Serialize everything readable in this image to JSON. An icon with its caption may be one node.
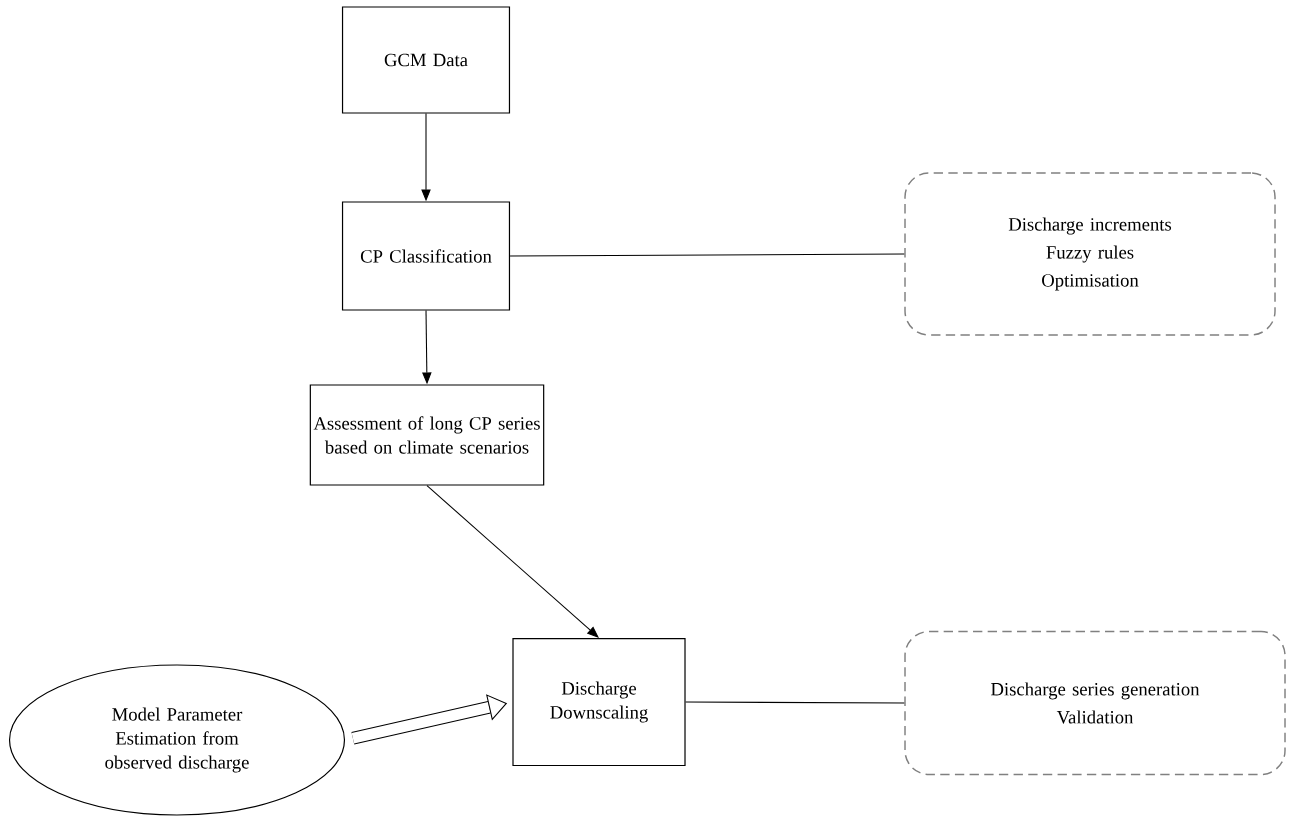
{
  "diagram": {
    "nodes": [
      {
        "text": [
          "GCM Data"
        ]
      },
      {
        "text": [
          "CP Classification"
        ]
      },
      {
        "text": [
          "Discharge increments",
          "Fuzzy rules",
          "Optimisation"
        ]
      },
      {
        "text": [
          "Assessment of long CP series based on climate scenarios"
        ]
      },
      {
        "text": [
          "Model Parameter Estimation from observed discharge"
        ]
      },
      {
        "text": [
          "Discharge Downscaling"
        ]
      },
      {
        "text": [
          "Discharge series generation",
          "Validation"
        ]
      }
    ],
    "edges": [
      {
        "from": 0,
        "to": 1,
        "arrow": "to"
      },
      {
        "from": 1,
        "to": 2,
        "arrow": "none"
      },
      {
        "from": 1,
        "to": 3,
        "arrow": "to"
      },
      {
        "from": 3,
        "to": 5,
        "arrow": "to"
      },
      {
        "from": 4,
        "to": 5,
        "arrow": "to",
        "style": "thick"
      },
      {
        "from": 5,
        "to": 6,
        "arrow": "none"
      }
    ]
  }
}
